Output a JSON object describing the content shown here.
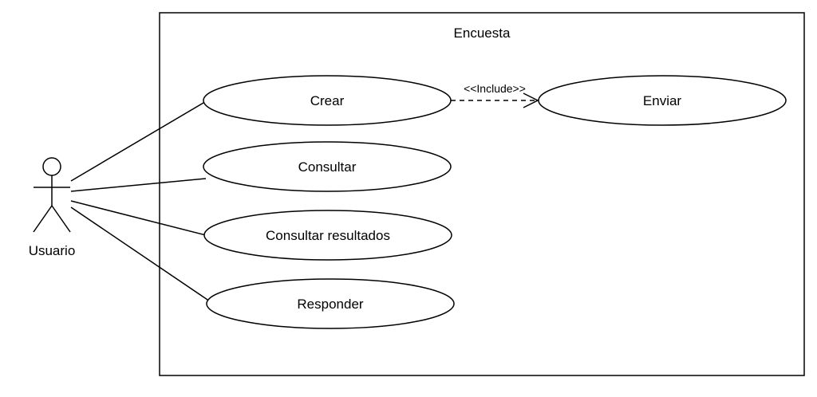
{
  "system": {
    "title": "Encuesta"
  },
  "actor": {
    "name": "Usuario"
  },
  "use_cases": {
    "crear": "Crear",
    "consultar": "Consultar",
    "consultar_resultados": "Consultar resultados",
    "responder": "Responder",
    "enviar": "Enviar"
  },
  "include_relation": {
    "stereotype": "<<Include>>"
  },
  "colors": {
    "line": "#000000",
    "background": "#ffffff"
  }
}
